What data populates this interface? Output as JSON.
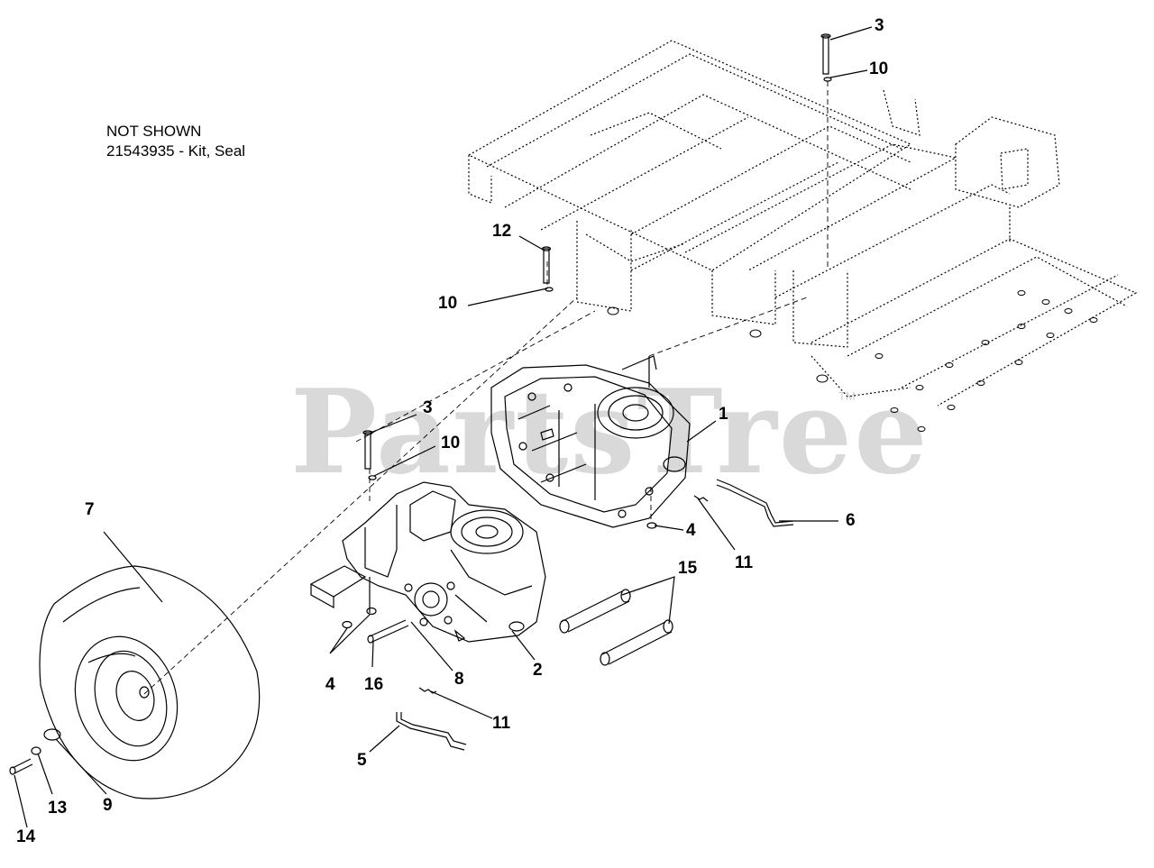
{
  "note": {
    "line1": "NOT SHOWN",
    "line2": "21543935 - Kit, Seal"
  },
  "watermark": {
    "text": "PartsTree",
    "trademark": "TM"
  },
  "callouts": {
    "c3_top": "3",
    "c10_top": "10",
    "c12": "12",
    "c10_left": "10",
    "c3_mid": "3",
    "c10_mid": "10",
    "c1": "1",
    "c4_right": "4",
    "c6": "6",
    "c11_right": "11",
    "c7": "7",
    "c15": "15",
    "c2": "2",
    "c4_left": "4",
    "c16": "16",
    "c8": "8",
    "c11_left": "11",
    "c5": "5",
    "c13": "13",
    "c9": "9",
    "c14": "14"
  }
}
